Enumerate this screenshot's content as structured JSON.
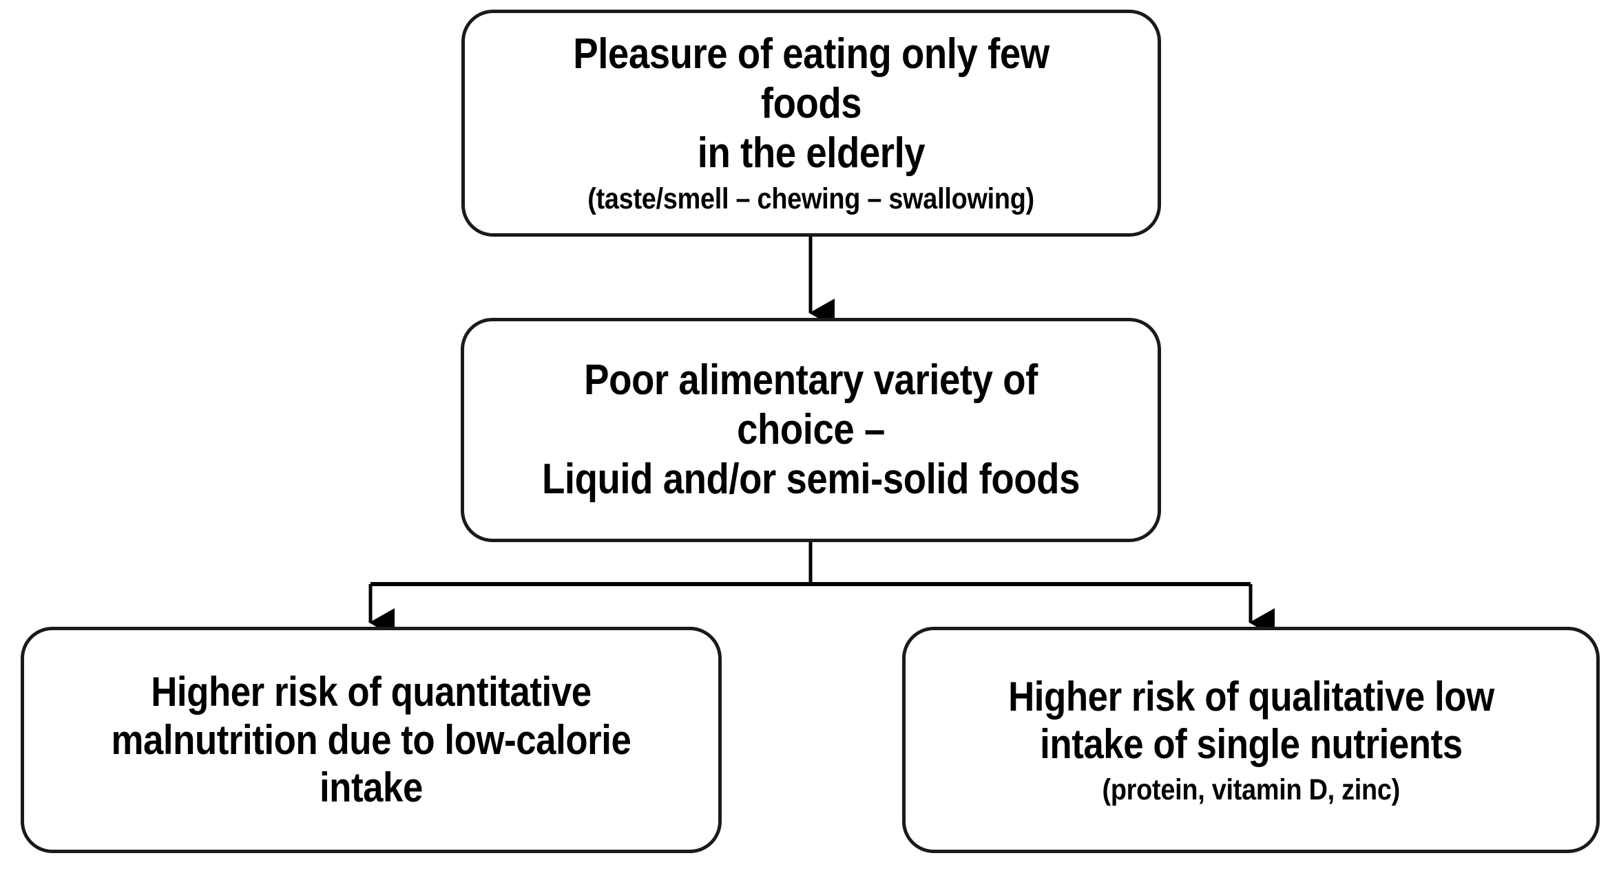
{
  "diagram": {
    "title": "Flowchart: consequences of reduced eating pleasure in the elderly",
    "background_color": "#ffffff",
    "stroke_color": "#1a1a1a",
    "text_color": "#000000",
    "nodes": [
      {
        "id": "root",
        "main": "Pleasure of eating only few foods\nin the elderly",
        "sub": "(taste/smell – chewing – swallowing)"
      },
      {
        "id": "middle",
        "main": "Poor alimentary variety of choice –\nLiquid and/or semi-solid foods",
        "sub": ""
      },
      {
        "id": "left",
        "main": "Higher risk of quantitative\nmalnutrition due to low-calorie\nintake",
        "sub": ""
      },
      {
        "id": "right",
        "main": "Higher risk of qualitative low\nintake of single nutrients",
        "sub": "(protein, vitamin D, zinc)"
      }
    ],
    "edges": [
      {
        "id": "root-to-middle",
        "from": "root",
        "to": "middle",
        "style": "straight-arrow-down"
      },
      {
        "id": "middle-to-left",
        "from": "middle",
        "to": "left",
        "style": "elbow-arrow-down-left"
      },
      {
        "id": "middle-to-right",
        "from": "middle",
        "to": "right",
        "style": "elbow-arrow-down-right"
      }
    ]
  }
}
